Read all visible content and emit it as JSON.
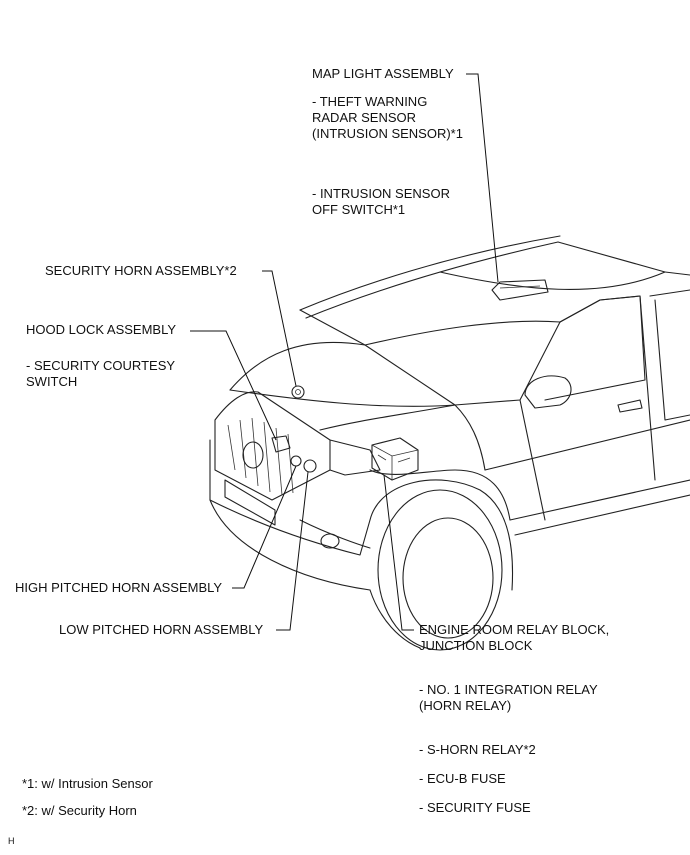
{
  "labels": {
    "map_light": "MAP LIGHT ASSEMBLY",
    "theft_radar": "- THEFT WARNING\nRADAR SENSOR\n(INTRUSION SENSOR)*1",
    "intrusion_off": "- INTRUSION SENSOR\nOFF SWITCH*1",
    "security_horn": "SECURITY HORN ASSEMBLY*2",
    "hood_lock": "HOOD LOCK ASSEMBLY",
    "courtesy_switch": "- SECURITY COURTESY\nSWITCH",
    "high_horn": "HIGH PITCHED HORN ASSEMBLY",
    "low_horn": "LOW PITCHED HORN ASSEMBLY",
    "engine_room": "ENGINE ROOM RELAY BLOCK,\nJUNCTION BLOCK",
    "integration_relay": "- NO. 1 INTEGRATION RELAY\n(HORN RELAY)",
    "s_horn_relay": "- S-HORN RELAY*2",
    "ecu_b_fuse": "- ECU-B FUSE",
    "security_fuse": "- SECURITY FUSE"
  },
  "footnotes": {
    "note1": "*1: w/ Intrusion Sensor",
    "note2": "*2: w/ Security Horn"
  },
  "corner_mark": "H"
}
